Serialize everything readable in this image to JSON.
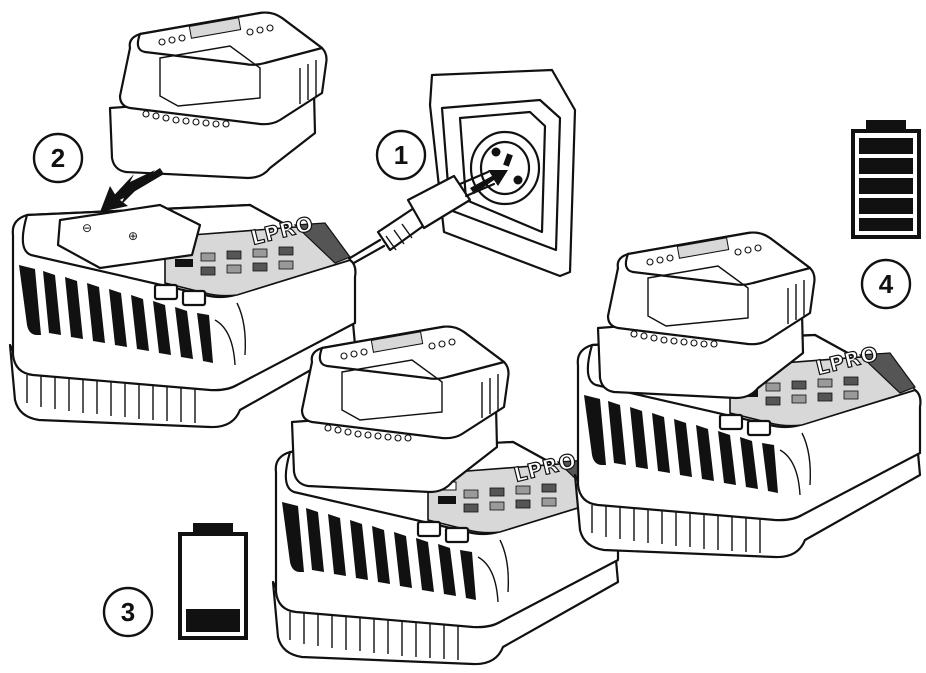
{
  "steps": {
    "one": "1",
    "two": "2",
    "three": "3",
    "four": "4"
  },
  "brand_label": "LPRO",
  "charge_levels": {
    "step3_battery_fraction": 0.25,
    "step4_battery_fraction": 1.0
  },
  "colors": {
    "ink": "#111111",
    "panel_light": "#d8d8d8",
    "panel_mid": "#9a9a9a",
    "panel_dark": "#555555",
    "background": "#ffffff"
  }
}
